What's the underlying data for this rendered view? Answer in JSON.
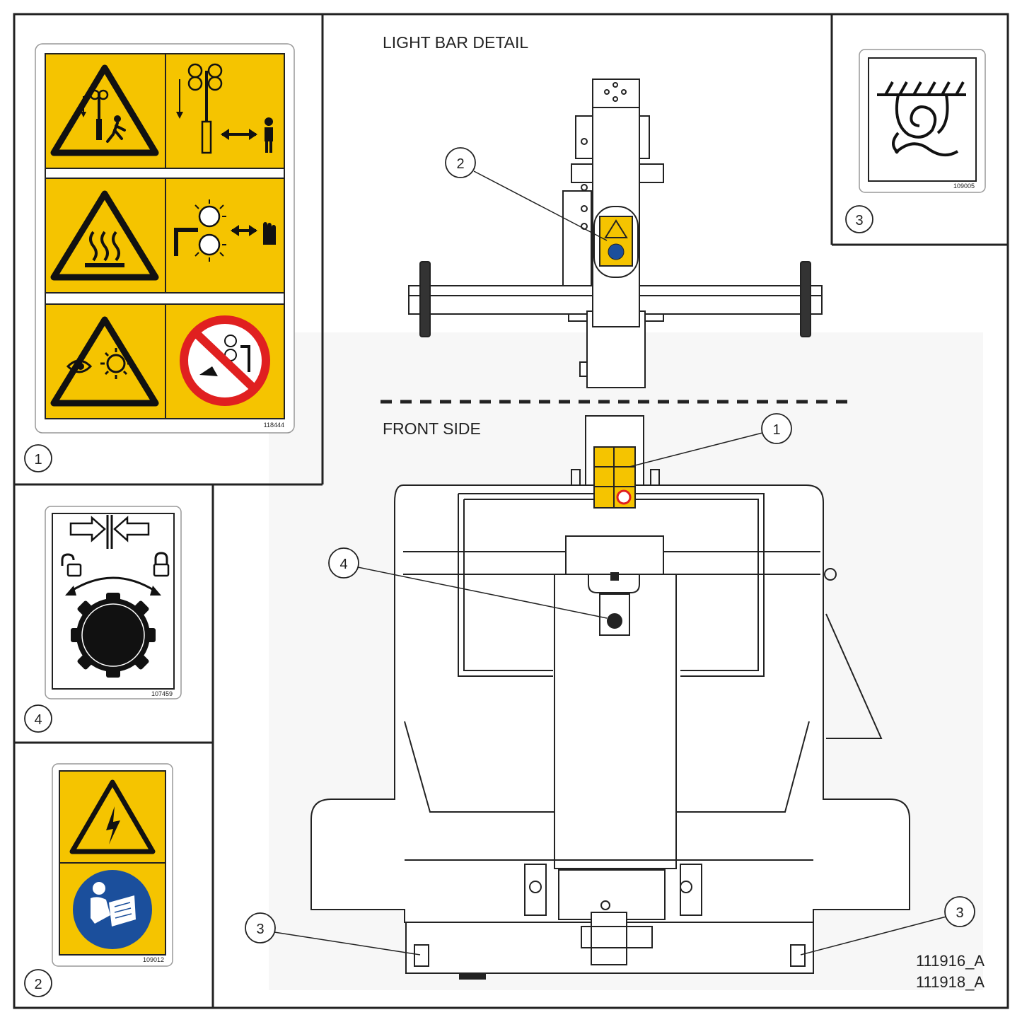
{
  "headings": {
    "light_bar": "LIGHT BAR DETAIL",
    "front_side": "FRONT SIDE"
  },
  "decals": {
    "d1": {
      "callout": "1",
      "part_no": "118444"
    },
    "d2": {
      "callout": "2",
      "part_no": "109012"
    },
    "d3": {
      "callout": "3",
      "part_no": "109005"
    },
    "d4": {
      "callout": "4",
      "part_no": "107459"
    }
  },
  "callouts": {
    "light_bar_2": "2",
    "front_1": "1",
    "front_4": "4",
    "front_3_left": "3",
    "front_3_right": "3"
  },
  "drawing_numbers": [
    "111916_A",
    "111918_A"
  ],
  "colors": {
    "warning_yellow": "#F5C400",
    "line": "#222222",
    "mandatory_blue": "#1B4F9C",
    "prohibition_red": "#E02020",
    "background_shade": "#F7F7F7"
  }
}
